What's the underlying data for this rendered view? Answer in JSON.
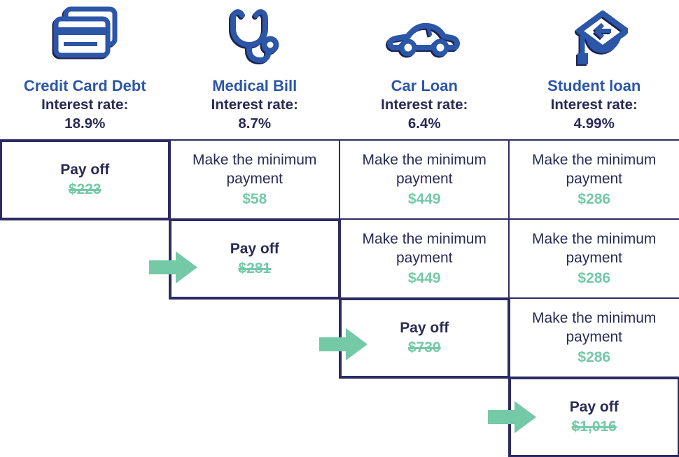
{
  "palette": {
    "blue": "#2c56a7",
    "navy": "#2a2a55",
    "green": "#74c9a7",
    "border": "#2d2b63",
    "background": "#ffffff"
  },
  "header": {
    "columns": [
      {
        "icon": "credit-card-icon",
        "title": "Credit Card Debt",
        "interest_label": "Interest rate:",
        "interest_rate": "18.9%"
      },
      {
        "icon": "stethoscope-icon",
        "title": "Medical Bill",
        "interest_label": "Interest rate:",
        "interest_rate": "8.7%"
      },
      {
        "icon": "car-icon",
        "title": "Car Loan",
        "interest_label": "Interest rate:",
        "interest_rate": "6.4%"
      },
      {
        "icon": "graduation-cap-icon",
        "title": "Student loan",
        "interest_label": "Interest rate:",
        "interest_rate": "4.99%"
      }
    ]
  },
  "grid": {
    "rows": [
      {
        "cells": [
          {
            "kind": "payoff",
            "label": "Pay off",
            "amount": "$223",
            "strikethrough": true
          },
          {
            "kind": "minimum",
            "label": "Make the minimum payment",
            "amount": "$58"
          },
          {
            "kind": "minimum",
            "label": "Make the minimum payment",
            "amount": "$449"
          },
          {
            "kind": "minimum",
            "label": "Make the minimum payment",
            "amount": "$286"
          }
        ]
      },
      {
        "cells": [
          {
            "kind": "payoff",
            "label": "Pay off",
            "amount": "$281",
            "strikethrough": true,
            "arrow": true
          },
          {
            "kind": "minimum",
            "label": "Make the minimum payment",
            "amount": "$449"
          },
          {
            "kind": "minimum",
            "label": "Make the minimum payment",
            "amount": "$286"
          }
        ]
      },
      {
        "cells": [
          {
            "kind": "payoff",
            "label": "Pay off",
            "amount": "$730",
            "strikethrough": true,
            "arrow": true
          },
          {
            "kind": "minimum",
            "label": "Make the minimum payment",
            "amount": "$286"
          }
        ]
      },
      {
        "cells": [
          {
            "kind": "payoff",
            "label": "Pay off",
            "amount": "$1,016",
            "strikethrough": true,
            "arrow": true
          }
        ]
      }
    ]
  }
}
